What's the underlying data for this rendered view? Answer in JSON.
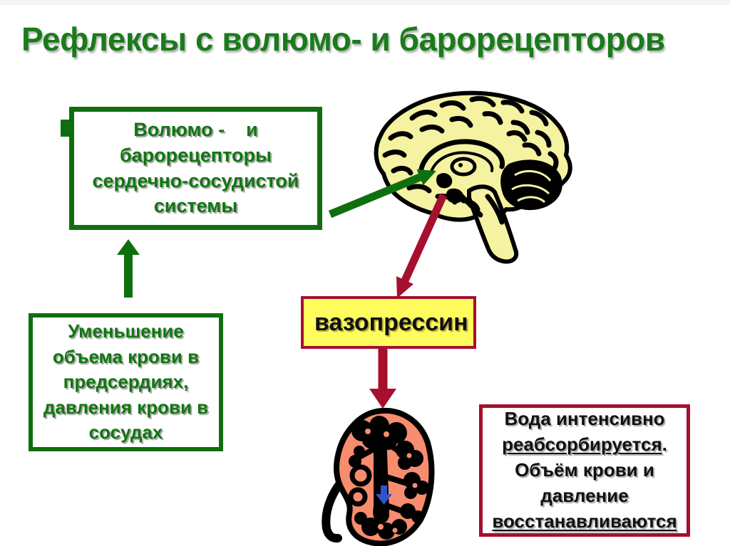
{
  "title": "Рефлексы с волюмо- и барорецепторов",
  "receptor_box": {
    "lines": [
      "Волюмо -    и",
      "барорецепторы",
      "сердечно-сосудистой",
      "системы"
    ]
  },
  "decrease_box": {
    "lines": [
      "Уменьшение",
      "объема крови в",
      "предсердиях,",
      "давления крови в",
      "сосудах"
    ]
  },
  "vasopressin_box": {
    "label": "вазопрессин"
  },
  "outcome_box": {
    "line1": "Вода интенсивно",
    "line2_underlined": "реабсорбируется",
    "line2_suffix": ".",
    "line3": "Объём крови и",
    "line4": "давление",
    "line5_underlined": "восстанавливаются"
  },
  "illustrations": {
    "brain": "brain-sagittal-section",
    "kidney": "kidney-longitudinal-section"
  },
  "arrows": {
    "decrease_to_receptors": {
      "color": "green",
      "direction": "up"
    },
    "receptors_to_brain": {
      "color": "green",
      "direction": "up-right"
    },
    "brain_to_vasopressin": {
      "color": "dark-red",
      "direction": "down-left"
    },
    "vasopressin_to_kidney": {
      "color": "dark-red",
      "direction": "down"
    },
    "kidney_internal": {
      "color": "blue",
      "direction": "down"
    }
  },
  "palette": {
    "title_green": "#1B7B1B",
    "box_green": "#0F6F0F",
    "dark_red": "#A60F2E",
    "yellow_fill": "#FFFC5E",
    "brain_fill": "#F5F2A2",
    "kidney_fill": "#F78C6F",
    "blue_arrow": "#3452C8"
  }
}
